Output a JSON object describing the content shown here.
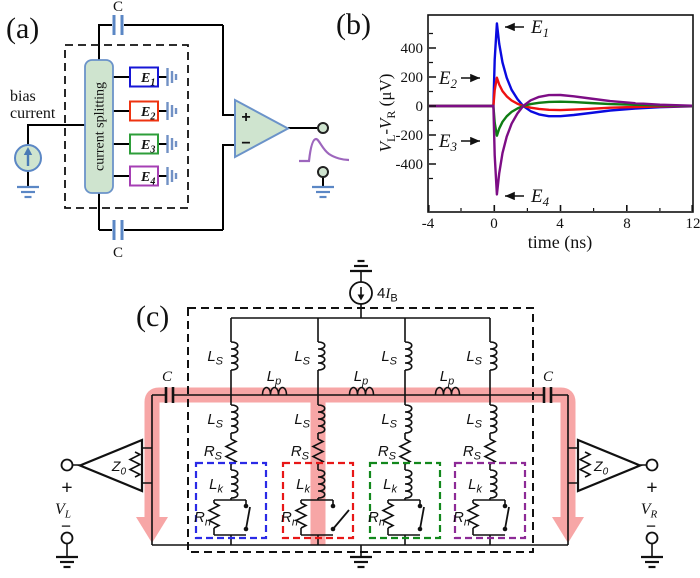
{
  "figure": {
    "panel_a": {
      "label": "(a)",
      "bias_line1": "bias",
      "bias_line2": "current",
      "splitter": "current splitting",
      "cap_top": "C",
      "cap_bottom": "C",
      "plus": "+",
      "minus": "−",
      "detectors": [
        {
          "main": "E",
          "sub": "1",
          "color": "#1616d6"
        },
        {
          "main": "E",
          "sub": "2",
          "color": "#ee3311"
        },
        {
          "main": "E",
          "sub": "3",
          "color": "#2e9e3a"
        },
        {
          "main": "E",
          "sub": "4",
          "color": "#a63fb4"
        }
      ]
    },
    "panel_b": {
      "label": "(b)"
    },
    "panel_c": {
      "label": "(c)",
      "source": {
        "num": "4",
        "main": "I",
        "sub": "B"
      },
      "cap_left": "C",
      "cap_right": "C",
      "ls": {
        "main": "L",
        "sub": "S"
      },
      "lp": {
        "main": "L",
        "sub": "p"
      },
      "rs": {
        "main": "R",
        "sub": "S"
      },
      "lk": {
        "main": "L",
        "sub": "k"
      },
      "rn": {
        "main": "R",
        "sub": "n"
      },
      "z0": {
        "main": "Z",
        "sub": "0"
      },
      "vl": {
        "main": "V",
        "sub": "L"
      },
      "vr": {
        "main": "V",
        "sub": "R"
      },
      "plus": "+",
      "minus": "−",
      "box_colors": [
        "#2a2ae6",
        "#e81717",
        "#12881c",
        "#8d2a96"
      ],
      "highlight_color": "#f7a6a6"
    }
  },
  "chart_data": {
    "type": "line",
    "title": "",
    "xlabel": "time (ns)",
    "ylabel": "V_L-V_R (μV)",
    "xlim": [
      -4,
      12
    ],
    "ylim": [
      -600,
      600
    ],
    "grid": false,
    "legend": "none",
    "xtick_labels": [
      "-4",
      "0",
      "4",
      "8",
      "12"
    ],
    "ytick_labels": [
      "400",
      "200",
      "0",
      "-200",
      "-400"
    ],
    "ylabel_parts": {
      "v1": "V",
      "s1": "L",
      "dash": "-",
      "v2": "V",
      "s2": "R",
      "unit": " (μV)"
    },
    "annotations": [
      {
        "main": "E",
        "sub": "1"
      },
      {
        "main": "E",
        "sub": "2"
      },
      {
        "main": "E",
        "sub": "3"
      },
      {
        "main": "E",
        "sub": "4"
      }
    ],
    "series": [
      {
        "name": "E1",
        "color": "#0a0ae0",
        "t": [
          -4,
          -0.05,
          0.03,
          0.16,
          0.3,
          0.5,
          0.75,
          1.05,
          1.4,
          1.75,
          2.2,
          2.7,
          3.3,
          4,
          4.8,
          5.8,
          7,
          8.5,
          10,
          12
        ],
        "v": [
          0,
          0,
          320,
          570,
          430,
          300,
          195,
          112,
          48,
          0,
          -36,
          -58,
          -70,
          -70,
          -62,
          -48,
          -31,
          -17,
          -8,
          -2
        ]
      },
      {
        "name": "E2",
        "color": "#ee1111",
        "t": [
          -4,
          -0.05,
          0.03,
          0.16,
          0.3,
          0.5,
          0.75,
          1.05,
          1.4,
          1.75,
          2.2,
          2.7,
          3.3,
          4,
          4.8,
          5.8,
          7,
          8.5,
          10,
          12
        ],
        "v": [
          0,
          0,
          110,
          195,
          148,
          103,
          67,
          38,
          16,
          0,
          -12,
          -20,
          -26,
          -28,
          -25,
          -19,
          -12,
          -7,
          -3,
          -1
        ]
      },
      {
        "name": "E3",
        "color": "#0f7d14",
        "t": [
          -4,
          -0.05,
          0.03,
          0.16,
          0.3,
          0.5,
          0.75,
          1.05,
          1.4,
          1.75,
          2.2,
          2.7,
          3.3,
          4,
          4.8,
          5.8,
          7,
          8.5,
          10,
          12
        ],
        "v": [
          0,
          0,
          -115,
          -205,
          -156,
          -109,
          -71,
          -41,
          -17,
          0,
          13,
          22,
          28,
          30,
          27,
          21,
          13,
          8,
          4,
          1
        ]
      },
      {
        "name": "E4",
        "color": "#7d0d85",
        "t": [
          -4,
          -0.05,
          0.03,
          0.16,
          0.3,
          0.5,
          0.75,
          1.05,
          1.4,
          1.75,
          2.2,
          2.7,
          3.3,
          4,
          4.8,
          5.8,
          7,
          8.5,
          10,
          12
        ],
        "v": [
          0,
          0,
          -340,
          -610,
          -465,
          -325,
          -212,
          -122,
          -52,
          0,
          39,
          63,
          75,
          76,
          67,
          52,
          34,
          19,
          9,
          2
        ]
      }
    ]
  }
}
